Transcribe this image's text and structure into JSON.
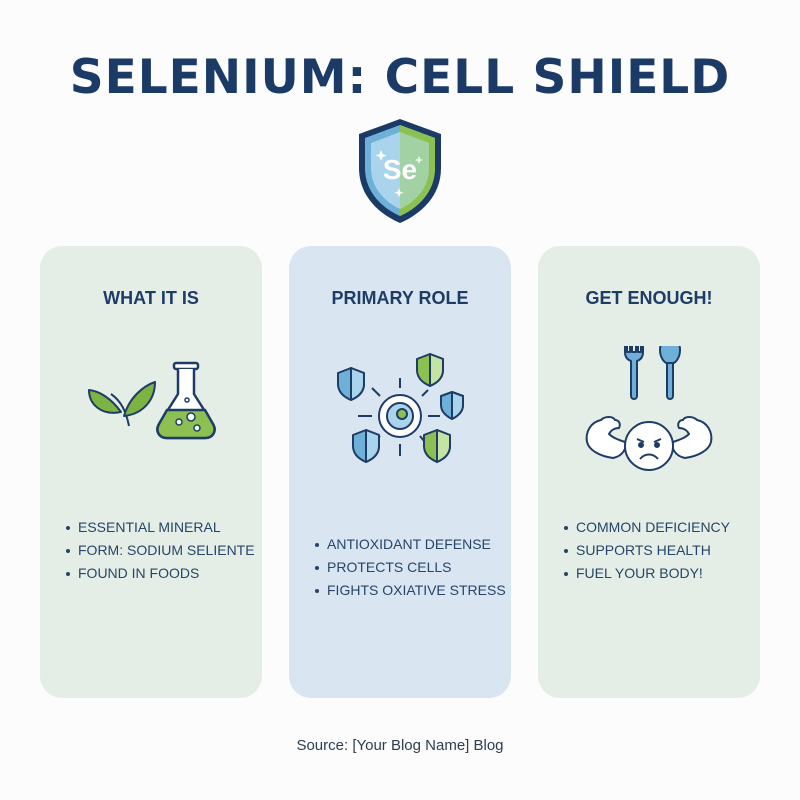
{
  "title": "SELENIUM: CELL SHIELD",
  "emblem": {
    "icon": "shield-icon",
    "symbol": "Se"
  },
  "colors": {
    "navy": "#1b3a66",
    "green": "#7cb342",
    "blue": "#5b9bd5",
    "card_green": "#e4eee6",
    "card_blue": "#d9e6f1"
  },
  "cards": [
    {
      "title": "WHAT IT IS",
      "icons": [
        "leaf-icon",
        "flask-icon"
      ],
      "bullets": [
        "ESSENTIAL MINERAL",
        "FORM: SODIUM SELIENTE",
        "FOUND IN FOODS"
      ]
    },
    {
      "title": "PRIMARY ROLE",
      "icons": [
        "cell-icon",
        "shield-icon"
      ],
      "bullets": [
        "ANTIOXIDANT DEFENSE",
        "PROTECTS CELLS",
        "FIGHTS OXIATIVE STRESS"
      ]
    },
    {
      "title": "GET ENOUGH!",
      "icons": [
        "fork-icon",
        "spoon-icon",
        "flexing-face-icon"
      ],
      "bullets": [
        "COMMON DEFICIENCY",
        "SUPPORTS HEALTH",
        "FUEL YOUR BODY!"
      ]
    }
  ],
  "source": "Source: [Your Blog Name] Blog"
}
